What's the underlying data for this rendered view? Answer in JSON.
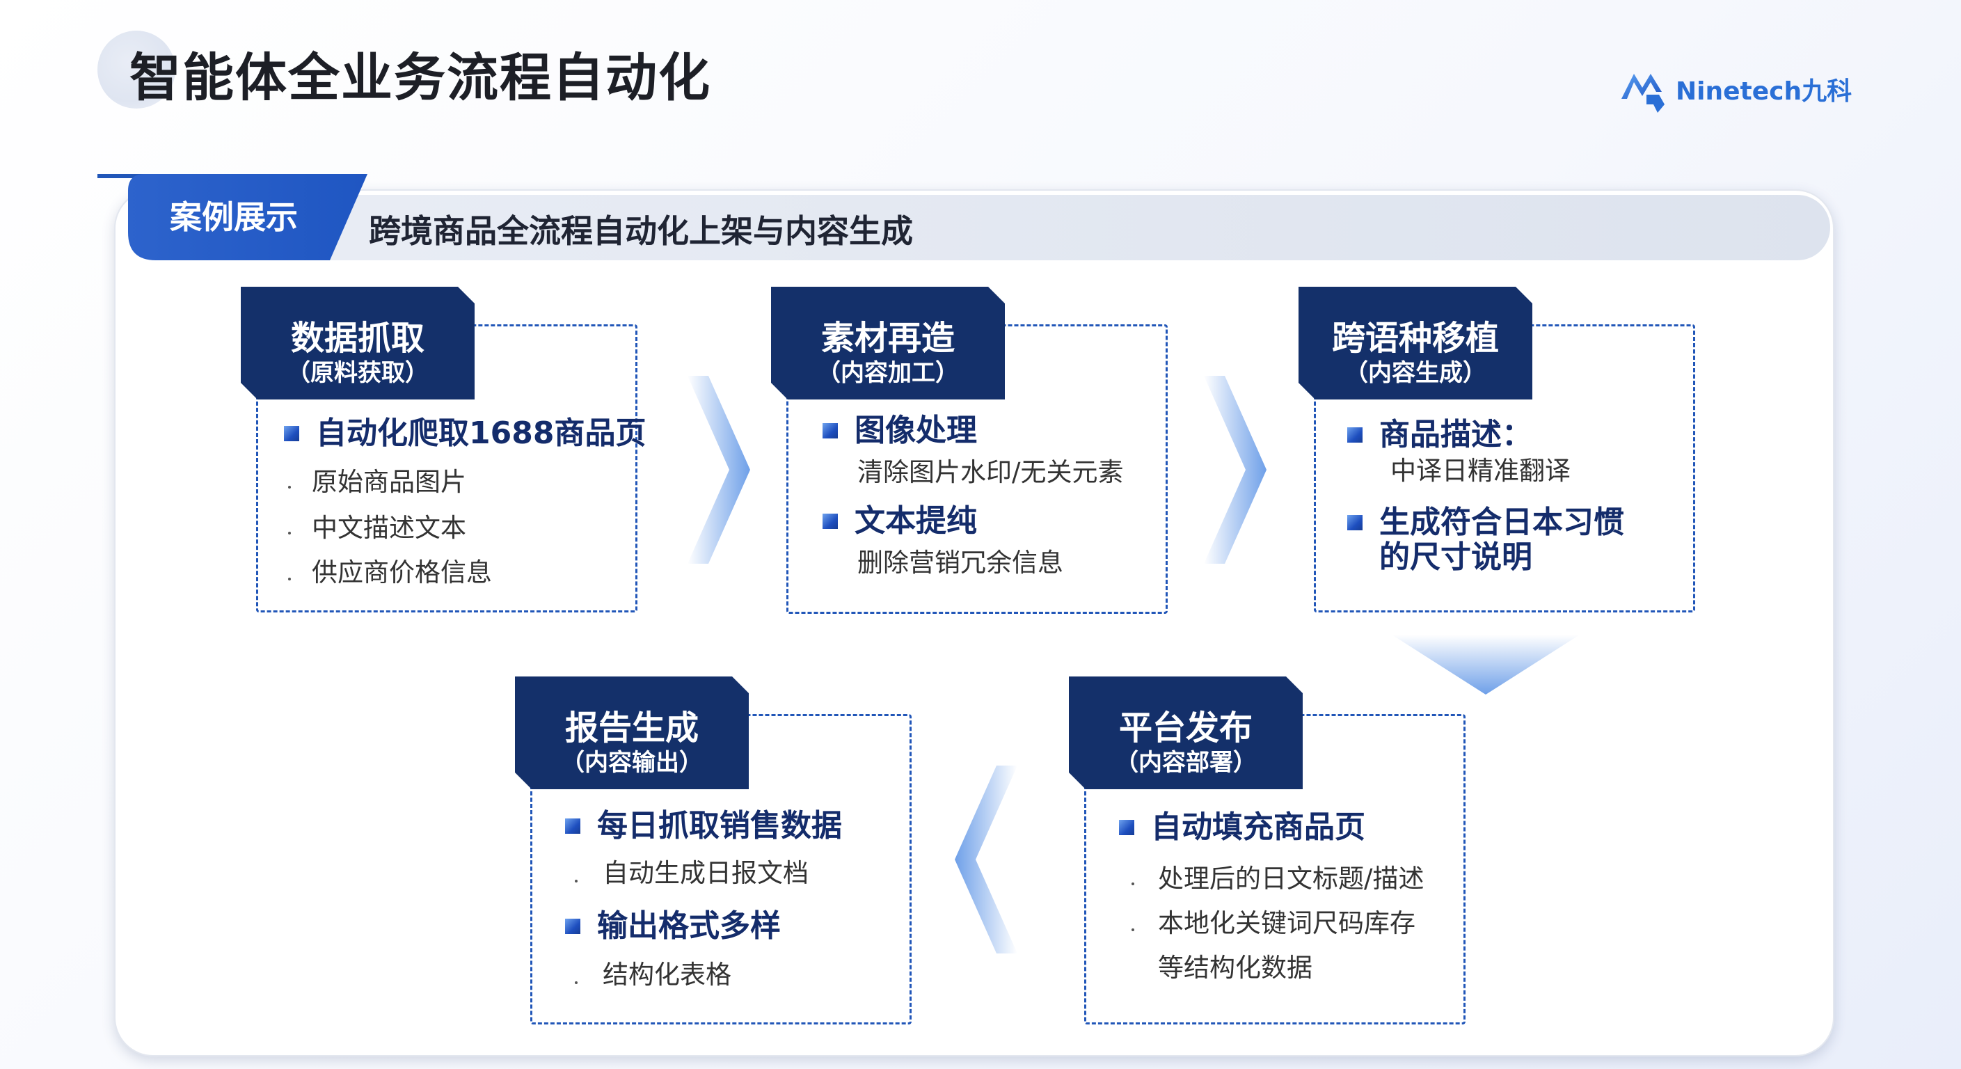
{
  "page": {
    "title": "智能体全业务流程自动化"
  },
  "brand": {
    "logo_text": "Ninetech九科",
    "accent": "#2156b8",
    "navy": "#14306a"
  },
  "section": {
    "tag": "案例展示",
    "subtitle": "跨境商品全流程自动化上架与内容生成"
  },
  "steps": [
    {
      "title": "数据抓取",
      "sub": "（原料获取）",
      "groups": [
        {
          "bullet": "自动化爬取1688商品页",
          "items": [
            "原始商品图片",
            "中文描述文本",
            "供应商价格信息"
          ]
        }
      ]
    },
    {
      "title": "素材再造",
      "sub": "（内容加工）",
      "groups": [
        {
          "bullet": "图像处理",
          "items": [
            "清除图片水印/无关元素"
          ]
        },
        {
          "bullet": "文本提纯",
          "items": [
            "删除营销冗余信息"
          ]
        }
      ]
    },
    {
      "title": "跨语种移植",
      "sub": "（内容生成）",
      "groups": [
        {
          "bullet": "商品描述：",
          "items": [
            "中译日精准翻译"
          ]
        },
        {
          "bullet": "生成符合日本习惯的尺寸说明",
          "items": []
        }
      ]
    },
    {
      "title": "平台发布",
      "sub": "（内容部署）",
      "groups": [
        {
          "bullet": "自动填充商品页",
          "items": [
            "处理后的日文标题/描述",
            "本地化关键词尺码库存",
            "等结构化数据"
          ]
        }
      ]
    },
    {
      "title": "报告生成",
      "sub": "（内容输出）",
      "groups": [
        {
          "bullet": "每日抓取销售数据",
          "items": [
            "自动生成日报文档"
          ]
        },
        {
          "bullet": "输出格式多样",
          "items": [
            "结构化表格"
          ]
        }
      ]
    }
  ]
}
